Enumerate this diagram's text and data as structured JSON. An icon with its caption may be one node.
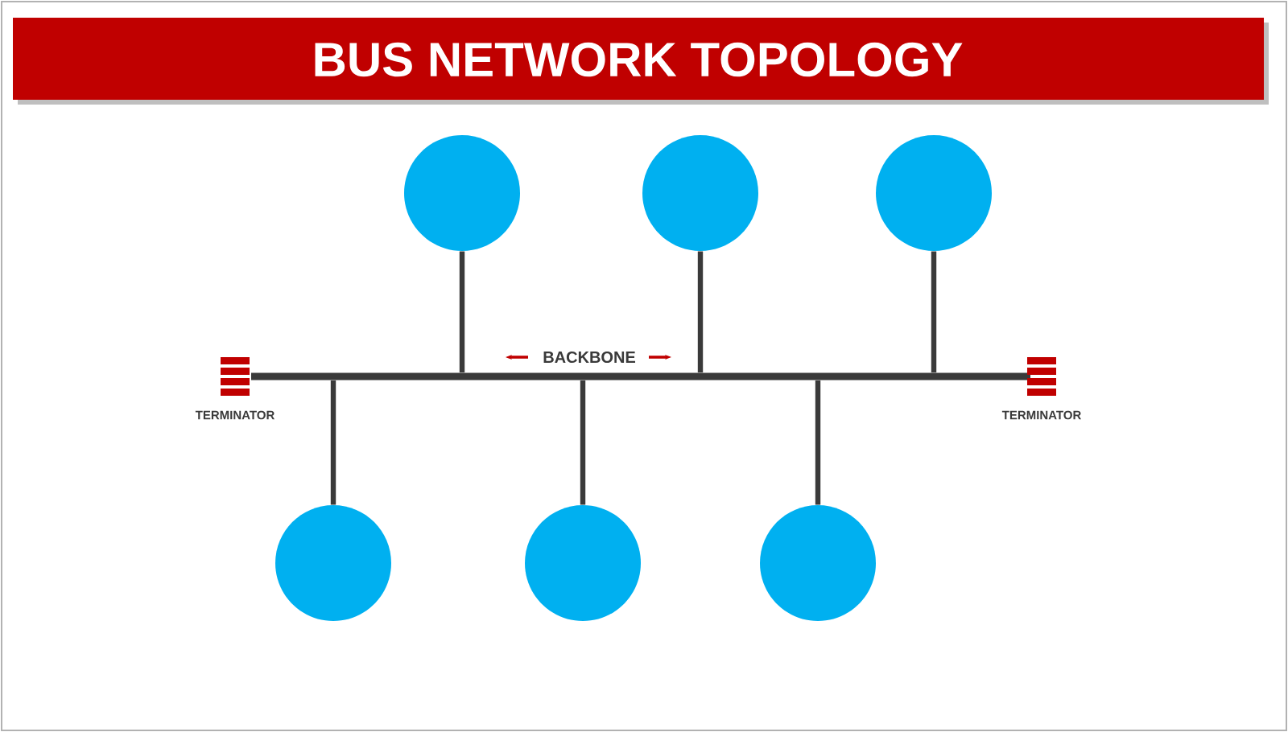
{
  "diagram": {
    "title": "BUS NETWORK TOPOLOGY",
    "nodes": [
      {
        "text": [],
        "shape": "bar",
        "beside": [
          "BACKBONE"
        ]
      },
      {
        "text": [],
        "shape": "bar",
        "beside": [
          "TERMINATOR"
        ]
      },
      {
        "text": [],
        "shape": "bar",
        "beside": [
          "TERMINATOR"
        ]
      },
      {
        "text": [],
        "shape": "circle"
      },
      {
        "text": [],
        "shape": "circle"
      },
      {
        "text": [],
        "shape": "circle"
      },
      {
        "text": [],
        "shape": "circle"
      },
      {
        "text": [],
        "shape": "circle"
      },
      {
        "text": [],
        "shape": "circle"
      }
    ],
    "edges": [
      {
        "from": 3,
        "to": 0,
        "arrow": "none"
      },
      {
        "from": 4,
        "to": 0,
        "arrow": "none"
      },
      {
        "from": 5,
        "to": 0,
        "arrow": "none"
      },
      {
        "from": 6,
        "to": 0,
        "arrow": "none"
      },
      {
        "from": 7,
        "to": 0,
        "arrow": "none"
      },
      {
        "from": 8,
        "to": 0,
        "arrow": "none"
      }
    ]
  }
}
